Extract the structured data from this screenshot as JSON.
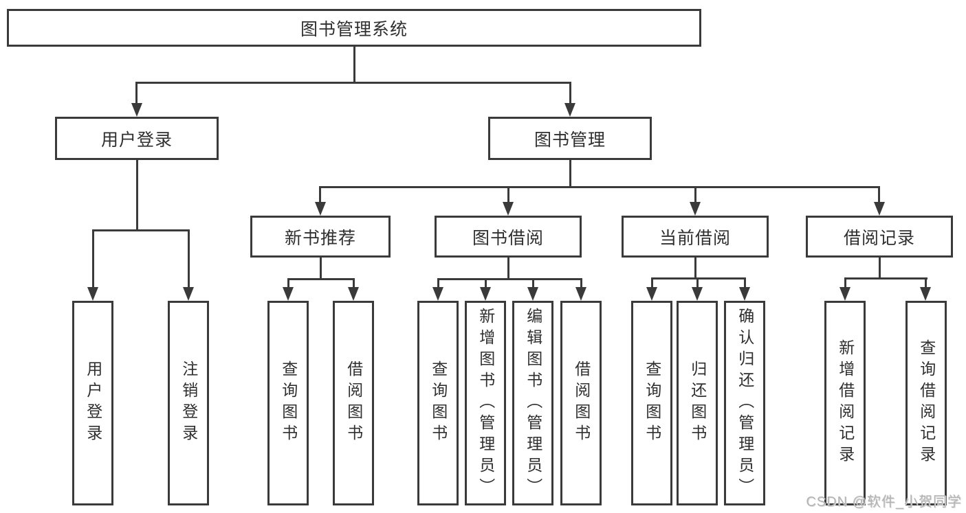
{
  "tree": {
    "root": "图书管理系统",
    "branches": [
      {
        "label": "用户登录",
        "leaves": [
          "用户登录",
          "注销登录"
        ]
      },
      {
        "label": "图书管理",
        "groups": [
          {
            "label": "新书推荐",
            "leaves": [
              "查询图书",
              "借阅图书"
            ]
          },
          {
            "label": "图书借阅",
            "leaves": [
              "查询图书",
              "新增图书（管理员）",
              "编辑图书（管理员）",
              "借阅图书"
            ]
          },
          {
            "label": "当前借阅",
            "leaves": [
              "查询图书",
              "归还图书",
              "确认归还（管理员）"
            ]
          },
          {
            "label": "借阅记录",
            "leaves": [
              "新增借阅记录",
              "查询借阅记录"
            ]
          }
        ]
      }
    ]
  },
  "watermark": "CSDN @软件_小贺同学",
  "colors": {
    "line": "#3a3a3a",
    "text": "#2f2f2f",
    "watermark_text": "#b3b3b3",
    "background": "#ffffff"
  }
}
